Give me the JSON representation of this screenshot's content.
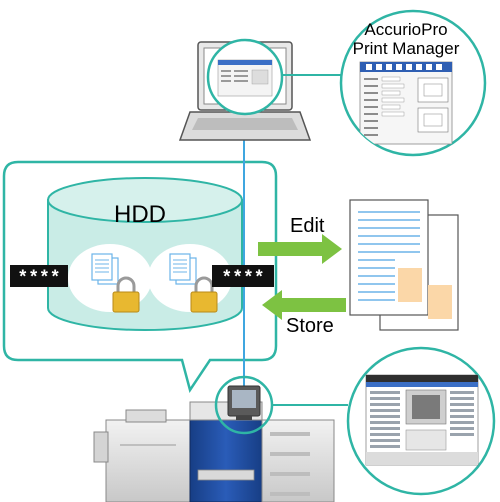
{
  "software": {
    "name_line1": "AccurioPro",
    "name_line2": "Print Manager"
  },
  "storage": {
    "label": "HDD",
    "masked_left": "****",
    "masked_right": "****"
  },
  "actions": {
    "edit_label": "Edit",
    "store_label": "Store"
  },
  "colors": {
    "cable": "#3fa6e0",
    "bubble_stroke": "#2fb5a5",
    "disk_fill": "#c9ece6",
    "arrow_green": "#7dc242",
    "lock_gold": "#e8b830",
    "machine_blue": "#1f4ea3",
    "doc_lines": "#6cb4e8",
    "doc_box": "#fbd7a8"
  },
  "icons": [
    "laptop-icon",
    "zoom-bubble-screen",
    "hdd-cylinder",
    "document-icon",
    "lock-icon",
    "printer-machine-icon",
    "control-panel-icon"
  ]
}
